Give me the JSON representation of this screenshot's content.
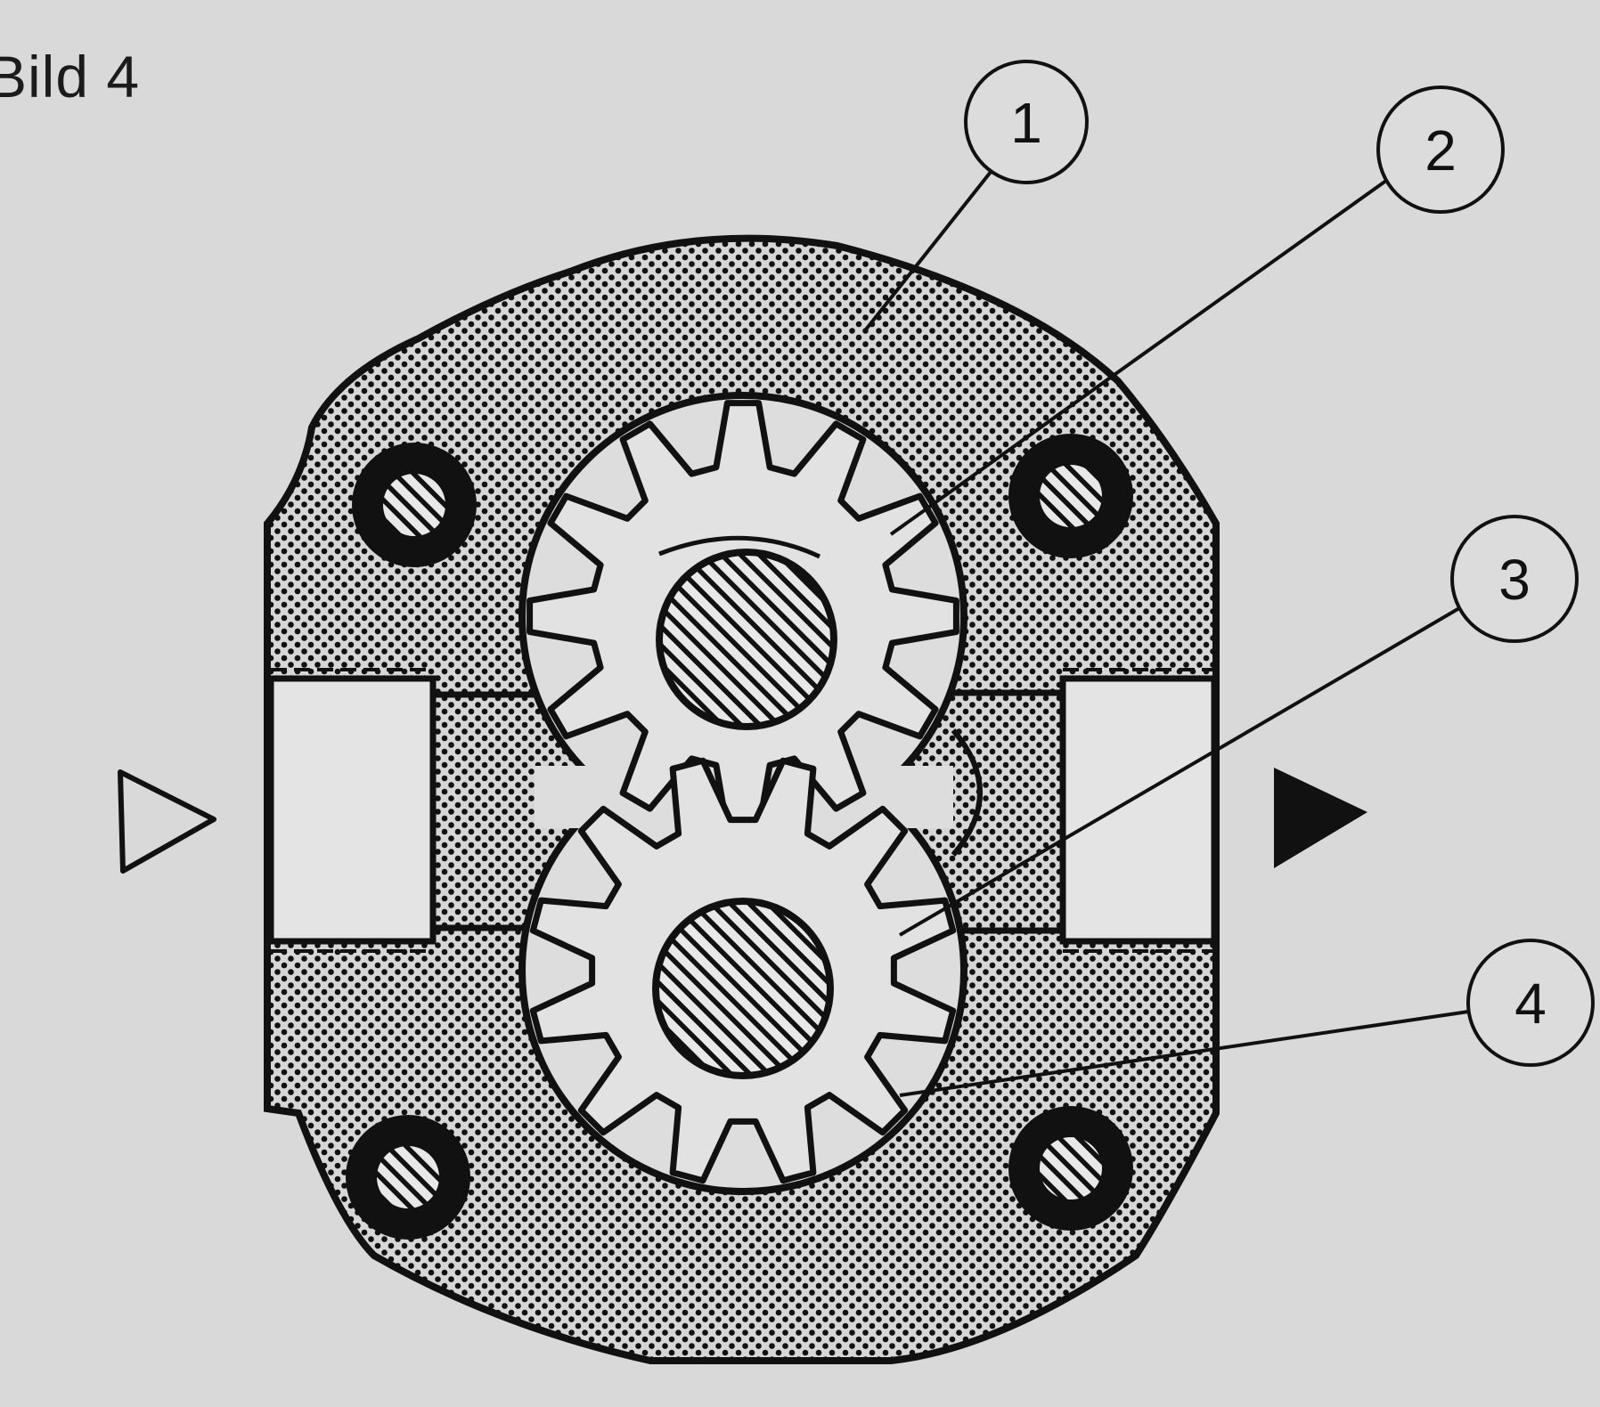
{
  "figure": {
    "title": "Bild 4"
  },
  "callouts": [
    {
      "number": "1"
    },
    {
      "number": "2"
    },
    {
      "number": "3"
    },
    {
      "number": "4"
    }
  ],
  "colors": {
    "paper": "#d9d9d9",
    "ink": "#111111",
    "port": "#e4e4e4",
    "gear_body": "#dddddd"
  },
  "icons": {
    "inlet": "open-triangle-arrow-right-icon",
    "outlet": "filled-triangle-arrow-right-icon"
  }
}
